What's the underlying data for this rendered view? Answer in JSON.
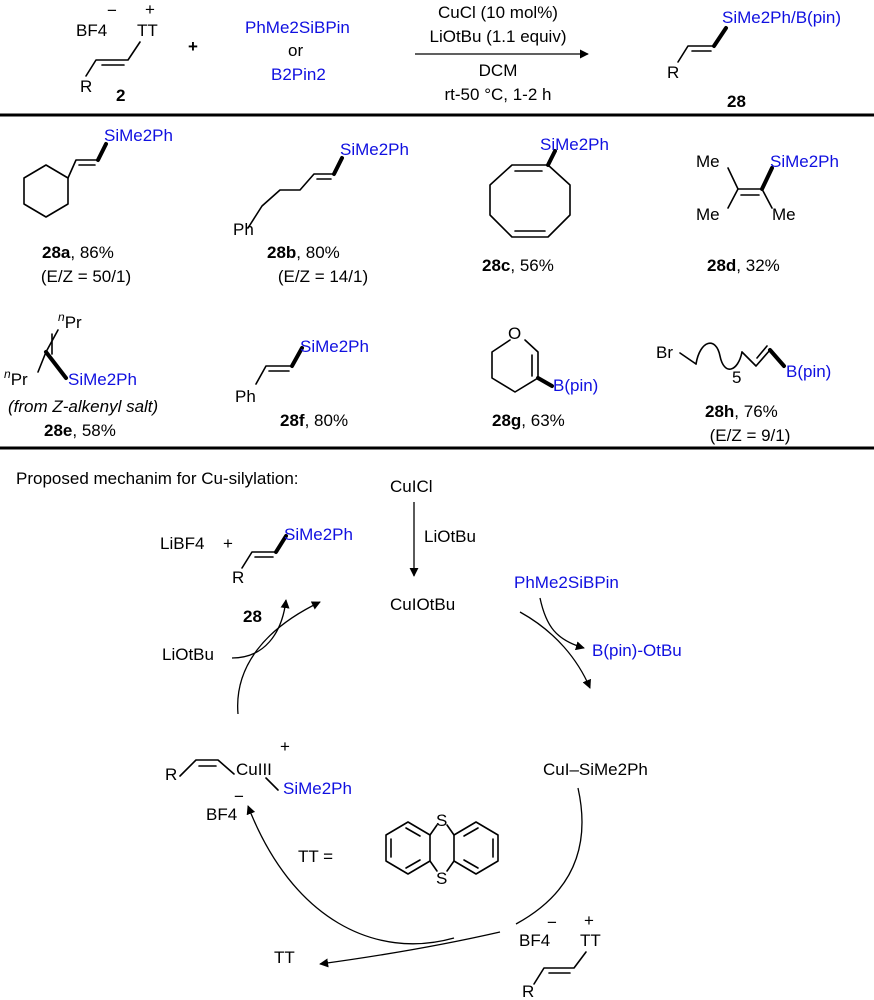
{
  "reaction": {
    "salt_counterion": "BF4",
    "salt_charge": "−",
    "salt_group": "TT",
    "salt_plus": "+",
    "substituent": "R",
    "substrate_number": "2",
    "plus_sign": "+",
    "reagent_1": "PhMe2SiBPin",
    "reagent_or": "or",
    "reagent_2": "B2Pin2",
    "condition_catalyst": "CuCl (10 mol%)",
    "condition_base": "LiOtBu (1.1 equiv)",
    "condition_solvent": "DCM",
    "condition_temp_time": "rt-50 °C, 1-2 h",
    "product_group": "SiMe2Ph/B(pin)",
    "product_substituent": "R",
    "product_number": "28"
  },
  "products": [
    {
      "id": "28a",
      "yield": "86%",
      "ratio": "(E/Z = 50/1)",
      "group": "SiMe2Ph"
    },
    {
      "id": "28b",
      "yield": "80%",
      "ratio": "(E/Z = 14/1)",
      "group": "SiMe2Ph",
      "label_ph": "Ph"
    },
    {
      "id": "28c",
      "yield": "56%",
      "group": "SiMe2Ph"
    },
    {
      "id": "28d",
      "yield": "32%",
      "group": "SiMe2Ph",
      "methyl": "Me"
    },
    {
      "id": "28e",
      "yield": "58%",
      "note": "(from Z-alkenyl salt)",
      "group": "SiMe2Ph",
      "label_npr": "nPr"
    },
    {
      "id": "28f",
      "yield": "80%",
      "group": "SiMe2Ph",
      "label_ph": "Ph"
    },
    {
      "id": "28g",
      "yield": "63%",
      "group": "B(pin)",
      "label_o": "O"
    },
    {
      "id": "28h",
      "yield": "76%",
      "ratio": "(E/Z = 9/1)",
      "group": "B(pin)",
      "label_br": "Br",
      "chain_count": "5"
    }
  ],
  "mechanism": {
    "heading": "Proposed mechanim for Cu-silylation:",
    "cucl": "CuICl",
    "step_base": "LiOtBu",
    "cu_alkoxide": "CuIOtBu",
    "silyl_reagent": "PhMe2SiBPin",
    "boron_byproduct": "B(pin)-OtBu",
    "cu_silyl": "CuI–SiMe2Ph",
    "cu3_complex": "CuIII",
    "cu3_charge": "+",
    "cu3_ligand": "SiMe2Ph",
    "cu3_counterion": "BF4",
    "cu3_counter_charge": "−",
    "substituent": "R",
    "tt_legend": "TT =",
    "sulfur": "S",
    "tt_released": "TT",
    "salt_counterion": "BF4",
    "salt_group": "TT",
    "salt_charge": "−",
    "salt_plus": "+",
    "lithium_salt": "LiBF4",
    "plus_sign": "+",
    "product_group": "SiMe2Ph",
    "product_number": "28",
    "base_in": "LiOtBu"
  }
}
